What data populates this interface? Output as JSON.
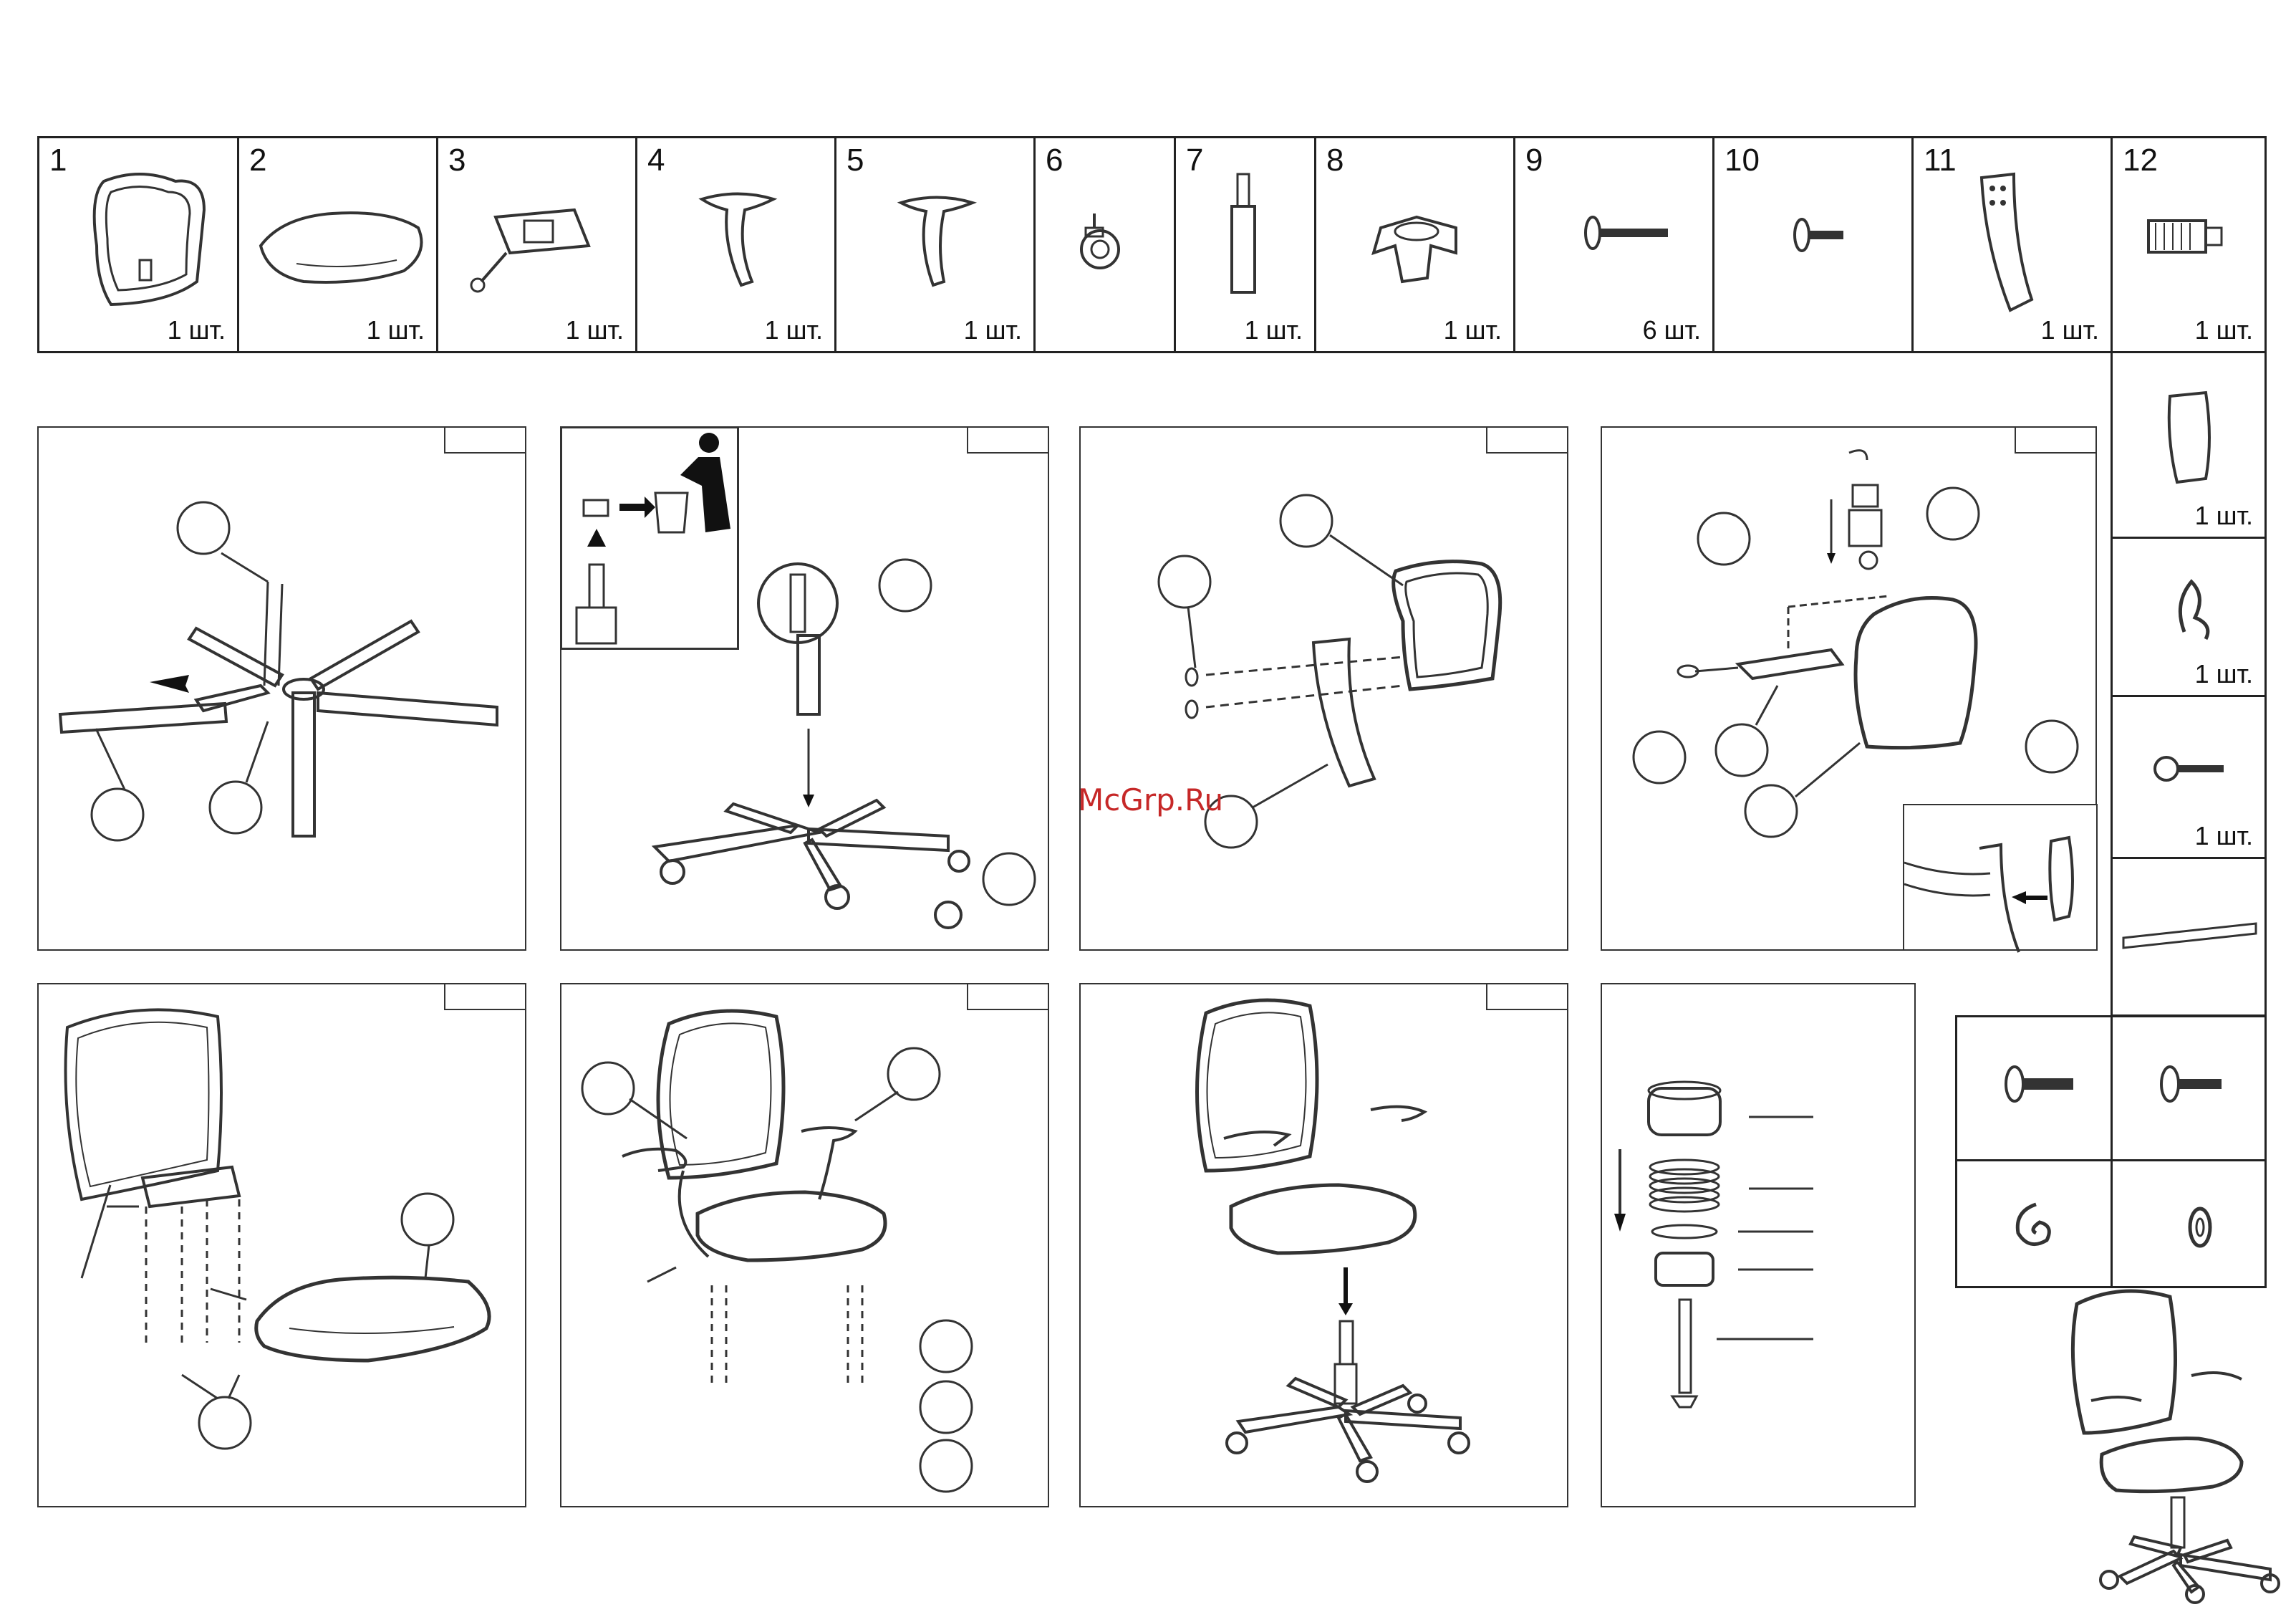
{
  "parts": [
    {
      "number": "1",
      "qty": "1 шт.",
      "icon": "mesh-backrest-icon"
    },
    {
      "number": "2",
      "qty": "1 шт.",
      "icon": "seat-cushion-icon"
    },
    {
      "number": "3",
      "qty": "1 шт.",
      "icon": "tilt-mechanism-icon"
    },
    {
      "number": "4",
      "qty": "1 шт.",
      "icon": "armrest-left-icon"
    },
    {
      "number": "5",
      "qty": "1 шт.",
      "icon": "armrest-right-icon"
    },
    {
      "number": "6",
      "qty": "",
      "icon": "caster-icon"
    },
    {
      "number": "7",
      "qty": "1 шт.",
      "icon": "gas-lift-icon"
    },
    {
      "number": "8",
      "qty": "1 шт.",
      "icon": "star-base-icon"
    },
    {
      "number": "9",
      "qty": "6 шт.",
      "icon": "long-bolt-icon"
    },
    {
      "number": "10",
      "qty": "",
      "icon": "short-bolt-icon"
    },
    {
      "number": "11",
      "qty": "1 шт.",
      "icon": "back-bracket-icon"
    },
    {
      "number": "12",
      "qty": "1 шт.",
      "icon": "spring-knob-icon"
    }
  ],
  "side_parts": [
    {
      "qty": "1 шт.",
      "icon": "bracket-cover-icon"
    },
    {
      "qty": "1 шт.",
      "icon": "spring-clip-icon"
    },
    {
      "qty": "1 шт.",
      "icon": "pin-bolt-icon"
    },
    {
      "qty": "",
      "icon": "base-leg-icon"
    }
  ],
  "watermark": "McGrp.Ru"
}
